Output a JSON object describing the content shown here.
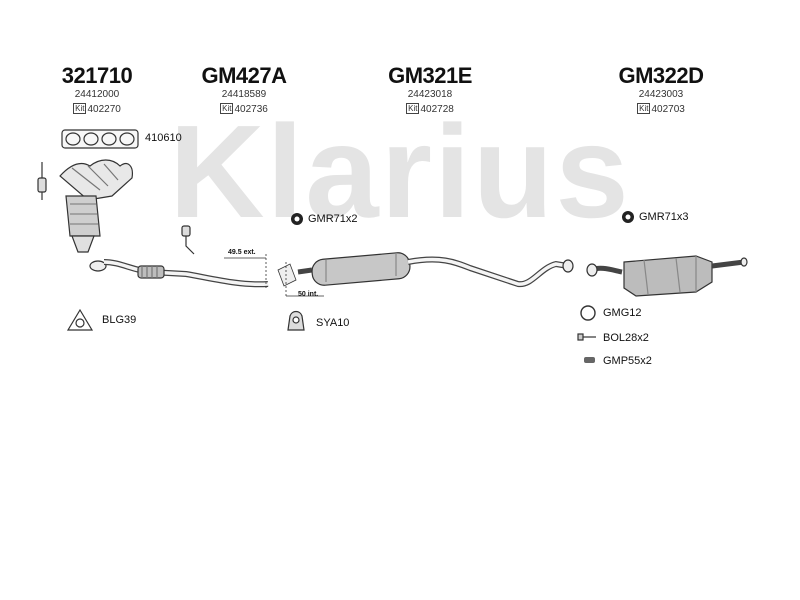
{
  "watermark": "Klarius",
  "headers": [
    {
      "code": "321710",
      "oem": "24412000",
      "kit_label": "Kit",
      "kit": "402270"
    },
    {
      "code": "GM427A",
      "oem": "24418589",
      "kit_label": "Kit",
      "kit": "402736"
    },
    {
      "code": "GM321E",
      "oem": "24423018",
      "kit_label": "Kit",
      "kit": "402728"
    },
    {
      "code": "GM322D",
      "oem": "24423003",
      "kit_label": "Kit",
      "kit": "402703"
    }
  ],
  "parts": {
    "gasket": "410610",
    "clamp_mid": "GMR71x2",
    "clamp_right": "GMR71x3",
    "blg": "BLG39",
    "sya": "SYA10",
    "gmg": "GMG12",
    "bol": "BOL28x2",
    "gmp": "GMP55x2"
  },
  "dimensions": {
    "ext": "49.5 ext.",
    "int": "50 int."
  }
}
